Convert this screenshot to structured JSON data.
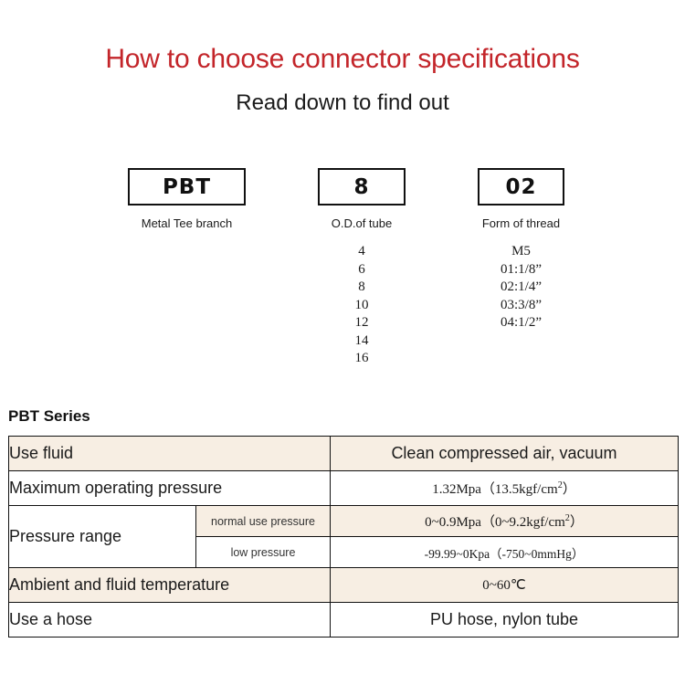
{
  "header": {
    "title": "How to choose connector specifications",
    "subtitle": "Read down to find out",
    "title_color": "#c3252a"
  },
  "code_breakdown": {
    "columns": [
      {
        "box_value": "PBT",
        "caption": "Metal Tee branch",
        "options": []
      },
      {
        "box_value": "8",
        "caption": "O.D.of tube",
        "options": [
          "4",
          "6",
          "8",
          "10",
          "12",
          "14",
          "16"
        ]
      },
      {
        "box_value": "02",
        "caption": "Form of thread",
        "options": [
          "M5",
          "01:1/8”",
          "02:1/4”",
          "03:3/8”",
          "04:1/2”"
        ]
      }
    ]
  },
  "spec": {
    "series_label": "PBT Series",
    "accent_row_color": "#f7eee3",
    "rows": [
      {
        "label": "Use fluid",
        "value": "Clean compressed air, vacuum"
      },
      {
        "label": "Maximum operating pressure",
        "value": "1.32Mpa（13.5kgf/cm2）"
      },
      {
        "label": "Pressure range",
        "sub_rows": [
          {
            "sublabel": "normal use pressure",
            "value": "0~0.9Mpa（0~9.2kgf/cm2）"
          },
          {
            "sublabel": "low pressure",
            "value": "-99.99~0Kpa（-750~0mmHg）"
          }
        ]
      },
      {
        "label": "Ambient and fluid temperature",
        "value": "0~60℃"
      },
      {
        "label": "Use a hose",
        "value": "PU hose, nylon tube"
      }
    ]
  }
}
